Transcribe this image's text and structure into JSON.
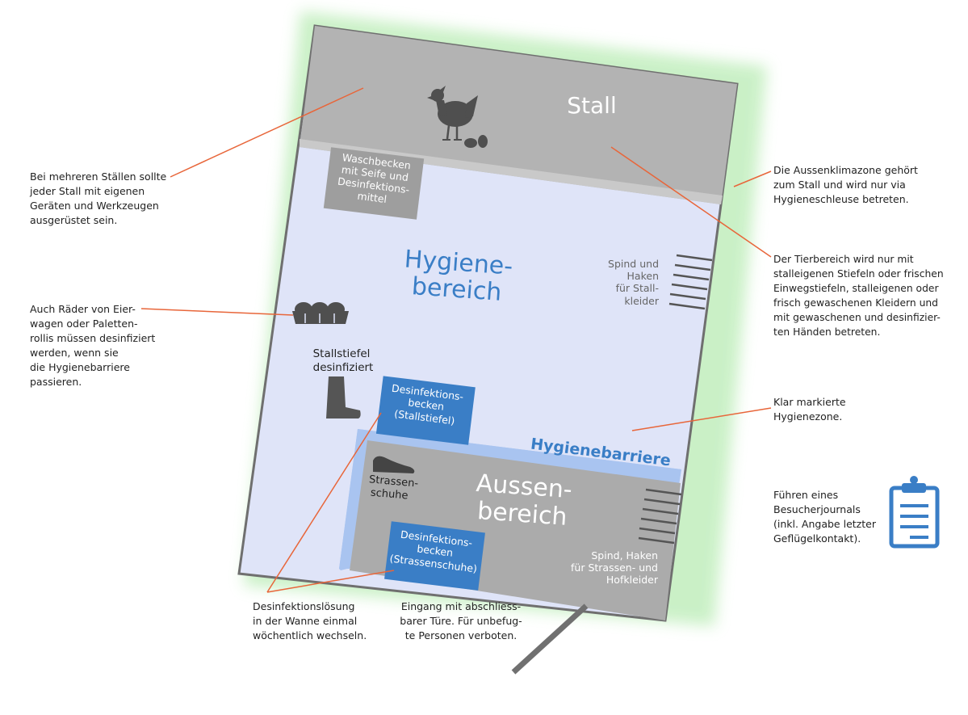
{
  "diagram": {
    "zones": {
      "stall": "Stall",
      "hygiene": [
        "Hygiene-",
        "bereich"
      ],
      "aussen": [
        "Aussen-",
        "bereich"
      ],
      "barrier": "Hygienebarriere"
    },
    "labels": {
      "washbasin": [
        "Waschbecken",
        "mit Seife und",
        "Desinfektions-",
        "mittel"
      ],
      "locker_stall": [
        "Spind und",
        "Haken",
        "für Stall-",
        "kleider"
      ],
      "boots": [
        "Stallstiefel",
        "desinfiziert"
      ],
      "disinfect_boots": [
        "Desinfektions-",
        "becken",
        "(Stallstiefel)"
      ],
      "street_shoes": [
        "Strassen-",
        "schuhe"
      ],
      "disinfect_shoes": [
        "Desinfektions-",
        "becken",
        "(Strassenschuhe)"
      ],
      "locker_street": [
        "Spind, Haken",
        "für Strassen- und",
        "Hofkleider"
      ]
    },
    "icons": [
      "hen-icon",
      "eggs-icon",
      "egg-tray-icon",
      "boot-icon",
      "street-shoe-icon",
      "clipboard-icon"
    ],
    "colors": {
      "stall_gray": "#b3b3b3",
      "hygiene_blue": "#dfe4f8",
      "aussen_gray": "#ababab",
      "basin_blue": "#3a7ec6",
      "accent_text": "#3a7ec6",
      "leader_line": "#e8663a",
      "glow": "#c8f0c4"
    }
  },
  "annotations": {
    "stalls": [
      "Bei mehreren Ställen sollte",
      "jeder Stall mit eigenen",
      "Geräten und Werkzeugen",
      "ausgerüstet sein."
    ],
    "wheels": [
      "Auch Räder von Eier-",
      "wagen oder Paletten-",
      "rollis müssen desinfiziert",
      "werden, wenn sie",
      "die Hygienebarriere",
      "passieren."
    ],
    "solution": [
      "Desinfektionslösung",
      "in der Wanne einmal",
      "wöchentlich wechseln."
    ],
    "entrance": [
      "Eingang mit abschliess-",
      "barer Türe. Für unbefug-",
      "te Personen verboten."
    ],
    "climate": [
      "Die Aussenklimazone gehört",
      "zum Stall und wird nur via",
      "Hygieneschleuse betreten."
    ],
    "animal_area": [
      "Der Tierbereich wird nur mit",
      "stalleigenen Stiefeln oder frischen",
      "Einwegstiefeln, stalleigenen oder",
      "frisch gewaschenen Kleidern und",
      "mit gewaschenen und desinfizier-",
      "ten Händen betreten."
    ],
    "zone": [
      "Klar markierte",
      "Hygienezone."
    ],
    "journal": [
      "Führen eines",
      "Besucherjournals",
      "(inkl. Angabe letzter",
      "Geflügelkontakt)."
    ]
  }
}
